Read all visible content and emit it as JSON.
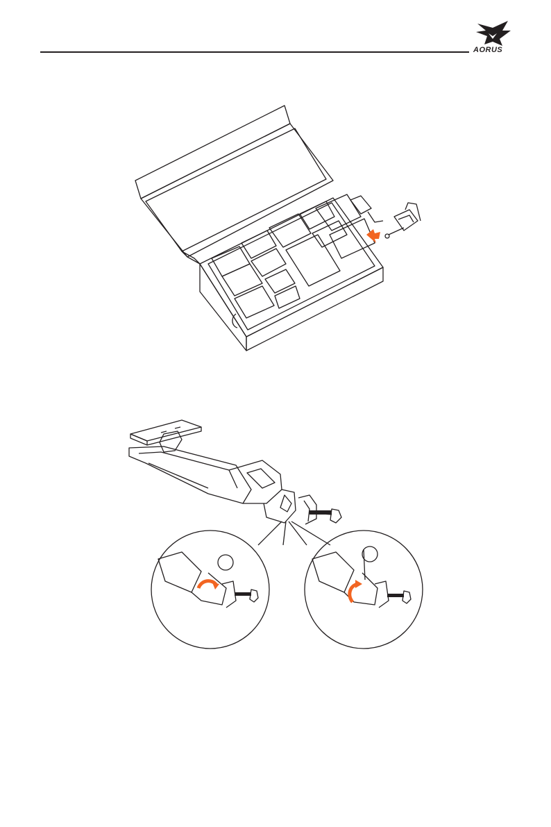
{
  "header": {
    "brand": "AORUS",
    "brand_color": "#231f20"
  },
  "figures": {
    "box": {
      "icon": "packaging-box-illustration",
      "accent_arrow_color": "#f26522"
    },
    "stand": {
      "icon": "stand-assembly-illustration",
      "accent_arrow_color": "#f26522",
      "step_labels": [
        "",
        ""
      ]
    }
  }
}
